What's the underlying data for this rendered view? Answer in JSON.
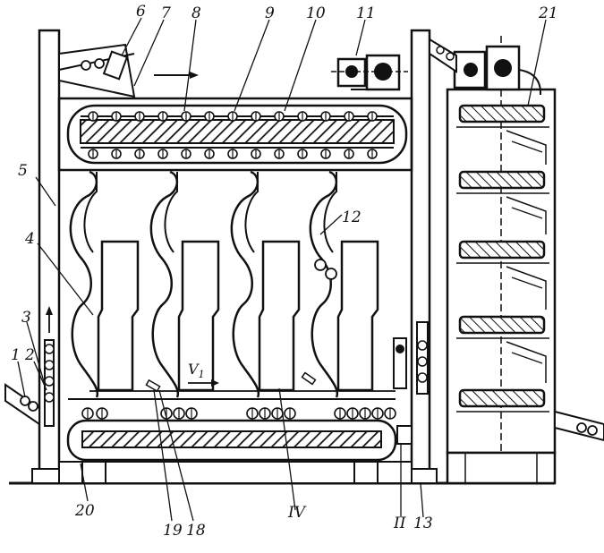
{
  "diagram": {
    "labels": {
      "l1": "1",
      "l2": "2",
      "l3": "3",
      "l4": "4",
      "l5": "5",
      "l6": "6",
      "l7": "7",
      "l8": "8",
      "l9": "9",
      "l10": "10",
      "l11": "11",
      "l12": "12",
      "l13": "13",
      "l18": "18",
      "l19": "19",
      "l20": "20",
      "l21": "21",
      "iv": "IV",
      "ii": "II",
      "v1": "V",
      "v1_sub": "1"
    },
    "colors": {
      "ink": "#111111",
      "paper": "#ffffff"
    }
  }
}
